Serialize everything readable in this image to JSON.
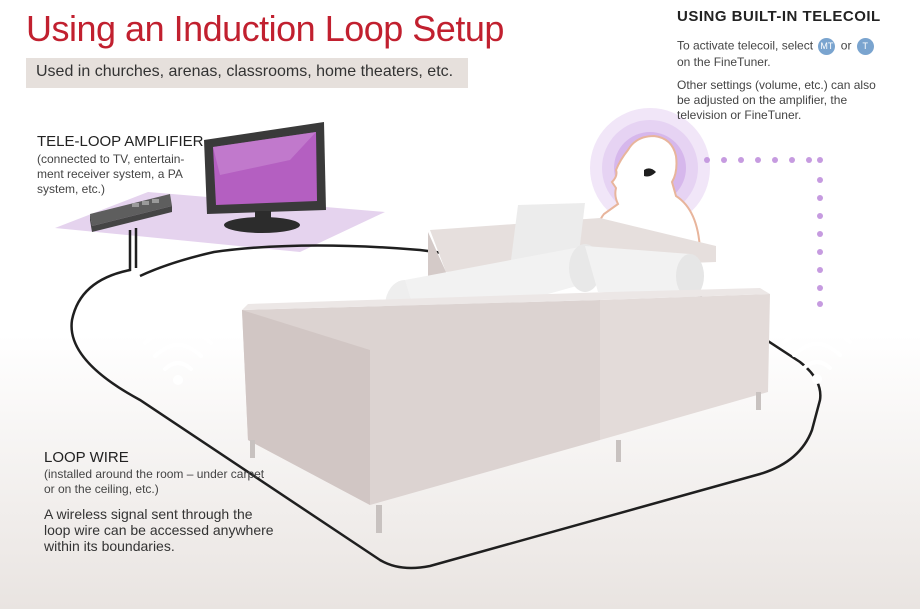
{
  "title": "Using an Induction Loop Setup",
  "subtitle": "Used in churches, arenas, classrooms, home theaters, etc.",
  "amplifier": {
    "heading": "TELE-LOOP AMPLIFIER",
    "detail": "(connected to TV, entertain-ment receiver system, a PA system, etc.)"
  },
  "loop_wire": {
    "heading": "LOOP WIRE",
    "detail": "(installed around the room – under carpet or on the ceiling, etc.)",
    "description": "A wireless signal sent through the loop wire can be accessed anywhere within its boundaries."
  },
  "telecoil": {
    "heading": "USING BUILT-IN TELECOIL",
    "activate_before": "To activate telecoil, select",
    "badge_mt": "MT",
    "activate_or": "or",
    "badge_t": "T",
    "activate_after": "on the FineTuner.",
    "other": "Other settings (volume, etc.) can also be adjusted on the amplifier, the television or FineTuner."
  },
  "colors": {
    "title": "#c1202f",
    "accent_purple": "#b98ad8",
    "badge_blue": "#7aa4cf",
    "sofa": "#ddd5d3"
  }
}
